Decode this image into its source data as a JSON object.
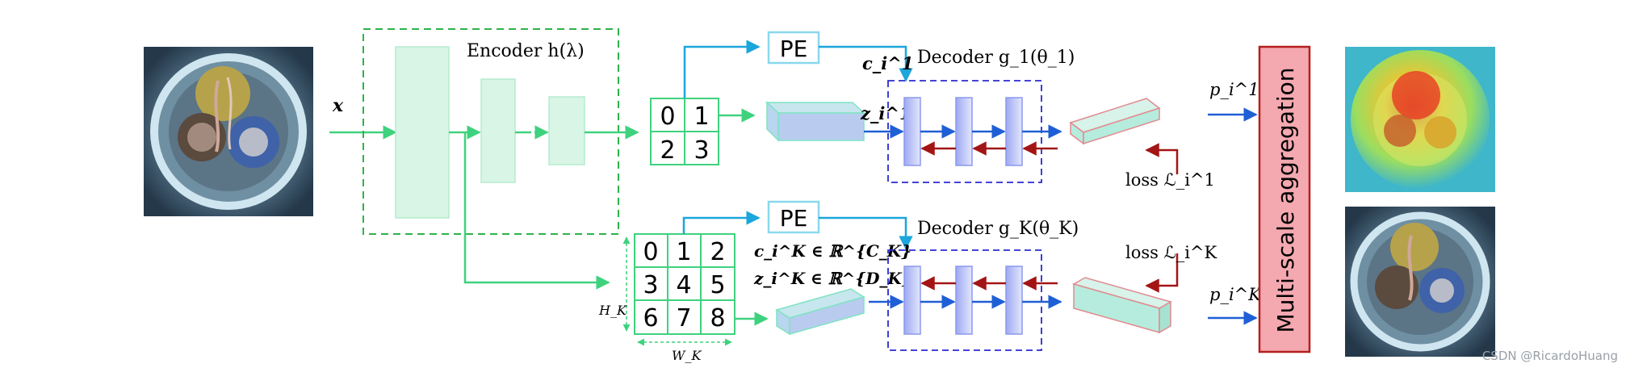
{
  "figure": {
    "encoder_label": "Encoder h(λ)",
    "input_symbol": "x",
    "pe_label": "PE",
    "grid_small": [
      "0",
      "1",
      "2",
      "3"
    ],
    "grid_large": [
      "0",
      "1",
      "2",
      "3",
      "4",
      "5",
      "6",
      "7",
      "8"
    ],
    "dim_height": "H_K",
    "dim_width": "W_K",
    "c1_label": "c_i^1",
    "z1_label": "z_i^1",
    "cK_label": "c_i^K ∈ ℝ^{C_K}",
    "zK_label": "z_i^K ∈ ℝ^{D_K}",
    "decoder1_label": "Decoder g_1(θ_1)",
    "decoderK_label": "Decoder g_K(θ_K)",
    "loss1_label": "loss ℒ_i^1",
    "lossK_label": "loss ℒ_i^K",
    "p1_label": "p_i^1",
    "pK_label": "p_i^K",
    "aggregation_label": "Multi-scale aggregation",
    "watermark": "CSDN @RicardoHuang"
  },
  "colors": {
    "green": "#3fd27e",
    "green_fill": "#d8f5e6",
    "encoder_dash": "#2eb34a",
    "blue_arrow": "#1f5fd6",
    "cyan_arrow": "#1ba6dc",
    "decoder_dash": "#2a2ad0",
    "decoder_block": "#c4cdfa",
    "red_arrow": "#a31515",
    "pink_edge": "#e28a8f",
    "teal_fill": "#b6ecdd",
    "aggregation_edge": "#b51e1e",
    "aggregation_fill": "#f4a8b0"
  },
  "icons": [
    "cable-photo-input",
    "anomaly-heatmap-output",
    "cable-photo-output"
  ]
}
